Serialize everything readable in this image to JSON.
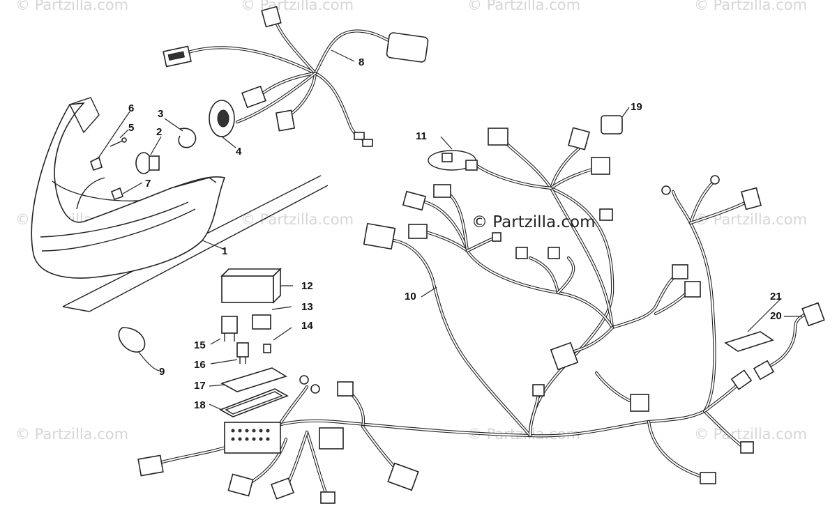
{
  "watermarks": {
    "brand": "© Partzilla.com",
    "center": "© Partzilla.com"
  },
  "callouts": [
    "1",
    "2",
    "3",
    "4",
    "5",
    "6",
    "7",
    "8",
    "9",
    "10",
    "11",
    "12",
    "13",
    "14",
    "15",
    "16",
    "17",
    "18",
    "19",
    "20",
    "21"
  ],
  "colors": {
    "line": "#222222",
    "watermark": "#d6d6d6",
    "background": "#ffffff"
  }
}
